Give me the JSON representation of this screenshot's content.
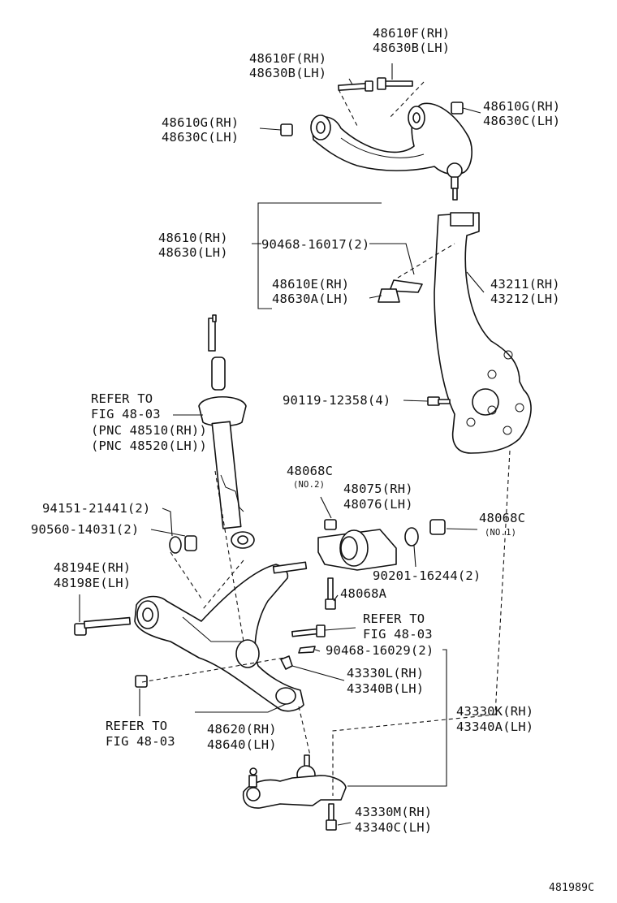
{
  "labels": {
    "l01a": "48610F(RH)",
    "l01b": "48630B(LH)",
    "l02a": "48610F(RH)",
    "l02b": "48630B(LH)",
    "l03a": "48610G(RH)",
    "l03b": "48630C(LH)",
    "l04a": "48610G(RH)",
    "l04b": "48630C(LH)",
    "l05a": "48610(RH)",
    "l05b": "48630(LH)",
    "l06": "90468-16017(2)",
    "l07a": "48610E(RH)",
    "l07b": "48630A(LH)",
    "l08a": "43211(RH)",
    "l08b": "43212(LH)",
    "l09a": "REFER TO",
    "l09b": "FIG 48-03",
    "l09c": "(PNC 48510(RH))",
    "l09d": "(PNC 48520(LH))",
    "l10": "90119-12358(4)",
    "l11a": "48068C",
    "l11b": "(NO.2)",
    "l12a": "48075(RH)",
    "l12b": "48076(LH)",
    "l13a": "48068C",
    "l13b": "(NO.1)",
    "l14": "94151-21441(2)",
    "l15": "90560-14031(2)",
    "l16": "90201-16244(2)",
    "l17a": "48194E(RH)",
    "l17b": "48198E(LH)",
    "l18": "48068A",
    "l19a": "REFER TO",
    "l19b": "FIG 48-03",
    "l20": "90468-16029(2)",
    "l21a": "43330L(RH)",
    "l21b": "43340B(LH)",
    "l22a": "43330K(RH)",
    "l22b": "43340A(LH)",
    "l23a": "REFER TO",
    "l23b": "FIG 48-03",
    "l24a": "48620(RH)",
    "l24b": "48640(LH)",
    "l25a": "43330M(RH)",
    "l25b": "43340C(LH)",
    "figure_id": "481989C"
  }
}
